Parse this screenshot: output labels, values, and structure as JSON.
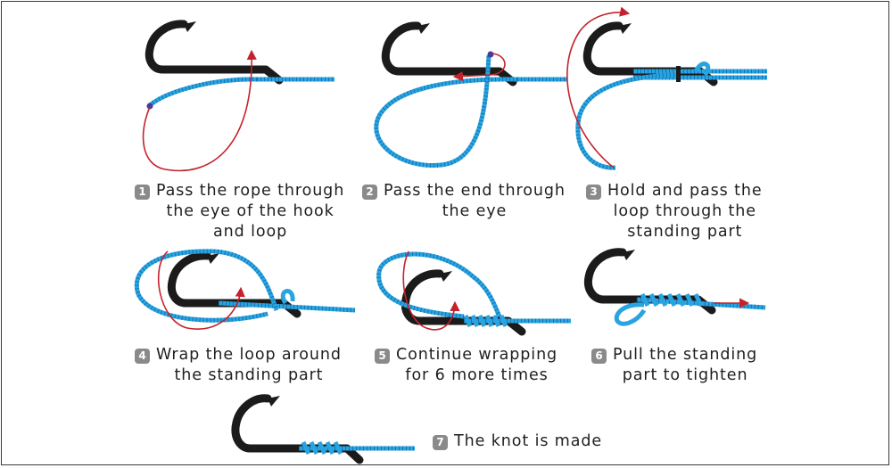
{
  "colors": {
    "hook": "#1b1b1b",
    "rope": "#29a4e0",
    "rope_stripe": "#1575b5",
    "arrow": "#c4232b",
    "badge": "#8a8a8a",
    "text": "#1f1f1f"
  },
  "steps": [
    {
      "number": "1",
      "text": "Pass the rope through\nthe eye of the hook\nand loop"
    },
    {
      "number": "2",
      "text": "Pass the end through\nthe eye"
    },
    {
      "number": "3",
      "text": "Hold and pass the\nloop through the\nstanding part"
    },
    {
      "number": "4",
      "text": "Wrap the loop around\nthe standing part"
    },
    {
      "number": "5",
      "text": "Continue wrapping\nfor 6 more times"
    },
    {
      "number": "6",
      "text": "Pull the standing\npart to tighten"
    },
    {
      "number": "7",
      "text": "The knot is made"
    }
  ]
}
